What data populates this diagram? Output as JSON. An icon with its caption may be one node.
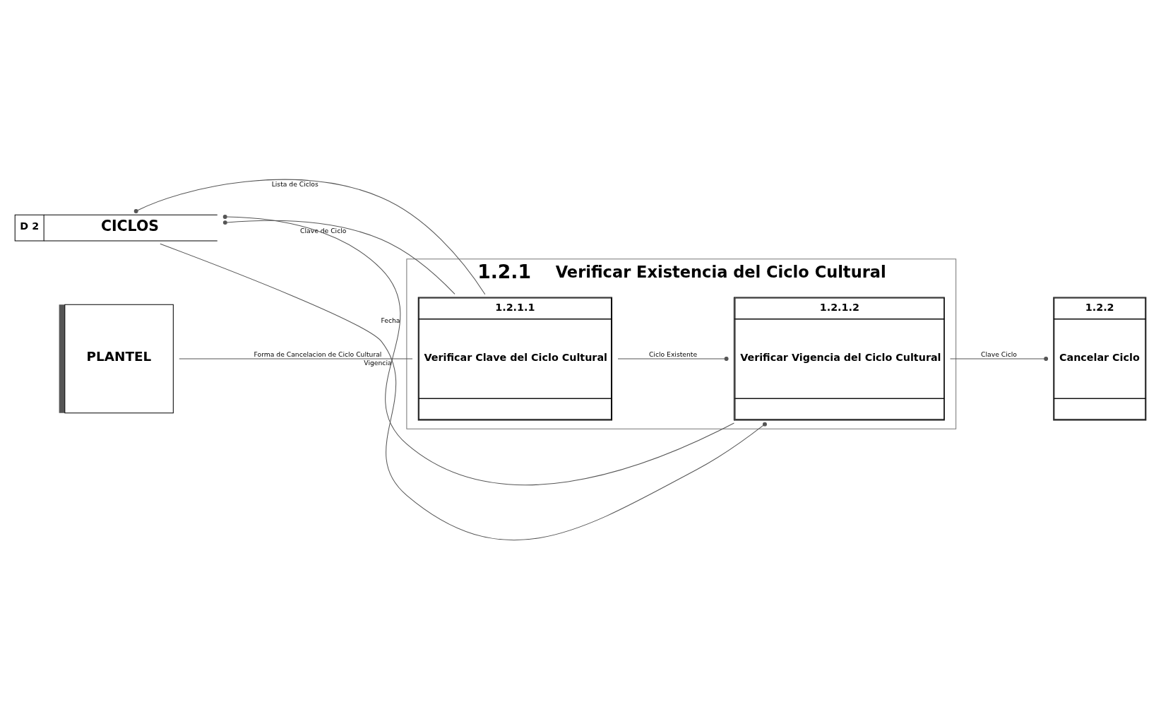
{
  "diagram": {
    "nodes": [
      {
        "text": [
          "1.2.1",
          "Verificar Existencia del Ciclo Cultural"
        ]
      },
      {
        "text": [
          "PLANTEL"
        ]
      },
      {
        "text": [
          "1.2.1.1",
          "Verificar Clave del Ciclo Cultural"
        ],
        "in": 0
      },
      {
        "text": [
          "1.2.1.2",
          "Verificar Vigencia del Ciclo Cultural"
        ],
        "in": 0
      },
      {
        "text": [
          "1.2.2",
          "Cancelar Ciclo"
        ]
      },
      {
        "text": [
          "D 2",
          "CICLOS"
        ]
      }
    ],
    "edges": [
      {
        "from": 1,
        "to": 2,
        "arrow": "none",
        "label": "Forma de Cancelacion de Ciclo Cultural"
      },
      {
        "from": 2,
        "to": 5,
        "arrow": "other",
        "label": "Clave de Ciclo"
      },
      {
        "from": 2,
        "to": 5,
        "arrow": "other",
        "label": "Lista de Ciclos"
      },
      {
        "from": 2,
        "to": 3,
        "arrow": "other",
        "label": "Ciclo Existente"
      },
      {
        "from": 3,
        "to": 4,
        "arrow": "other",
        "label": "Clave Ciclo"
      },
      {
        "from": 3,
        "to": 5,
        "arrow": "other",
        "label": "Fecha"
      },
      {
        "from": 5,
        "to": 3,
        "arrow": "other",
        "label": "Vigencia"
      }
    ]
  }
}
